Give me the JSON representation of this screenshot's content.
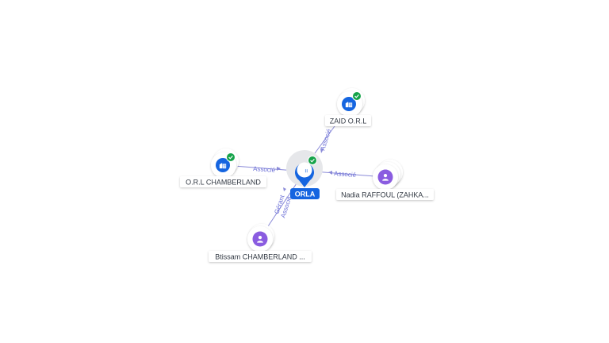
{
  "graph": {
    "center": {
      "label": "ORLA",
      "type": "company",
      "verified": true
    },
    "nodes": [
      {
        "id": "zaid",
        "label": "ZAID O.R.L",
        "type": "company",
        "verified": true
      },
      {
        "id": "orl",
        "label": "O.R.L CHAMBERLAND",
        "type": "company",
        "verified": true
      },
      {
        "id": "nadia",
        "label": "Nadia RAFFOUL (ZAHKA...",
        "type": "person",
        "verified": false
      },
      {
        "id": "btissam",
        "label": "Btissam CHAMBERLAND ...",
        "type": "person",
        "verified": false
      }
    ],
    "edges": [
      {
        "from": "zaid",
        "to": "center",
        "label": "Associé"
      },
      {
        "from": "orl",
        "to": "center",
        "label": "Associé"
      },
      {
        "from": "nadia",
        "to": "center",
        "label": "Associé"
      },
      {
        "from": "btissam",
        "to": "center",
        "label": "Gérant"
      },
      {
        "from": "btissam",
        "to": "center",
        "label": "Associé"
      }
    ]
  },
  "colors": {
    "company": "#1565e0",
    "person": "#8a5ce0",
    "verified": "#16a34a",
    "edge": "#8a8ad8",
    "edge_label": "#6b6fd6",
    "center_badge": "#1565e0"
  },
  "icons": {
    "company": "building-icon",
    "person": "person-icon",
    "verified": "check-circle-icon"
  }
}
